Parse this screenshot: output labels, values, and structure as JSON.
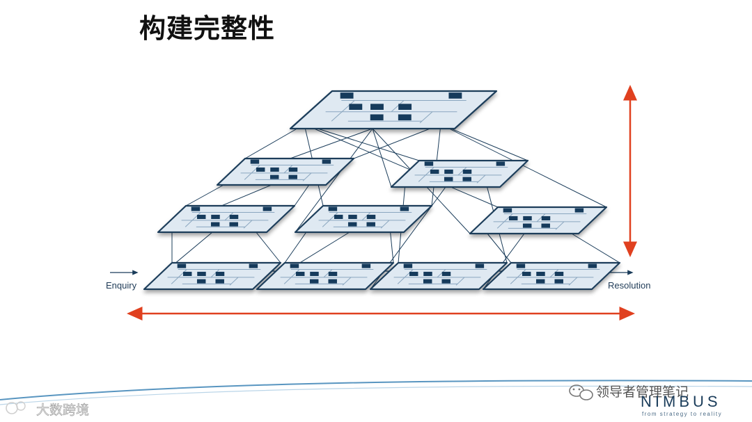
{
  "page": {
    "title": "构建完整性"
  },
  "diagram": {
    "start_label": "Enquiry",
    "end_label": "Resolution"
  },
  "footer": {
    "wechat_text": "领导者管理笔记",
    "brand_name": "NIMBUS",
    "brand_tagline": "from strategy to reality",
    "watermark_text": "大数跨境"
  },
  "colors": {
    "accent_arrow": "#e0401f",
    "panel_fill": "#dfe9f2",
    "panel_border": "#1a3c5a",
    "box_fill": "#163b5c",
    "curve": "#3b82b5"
  }
}
